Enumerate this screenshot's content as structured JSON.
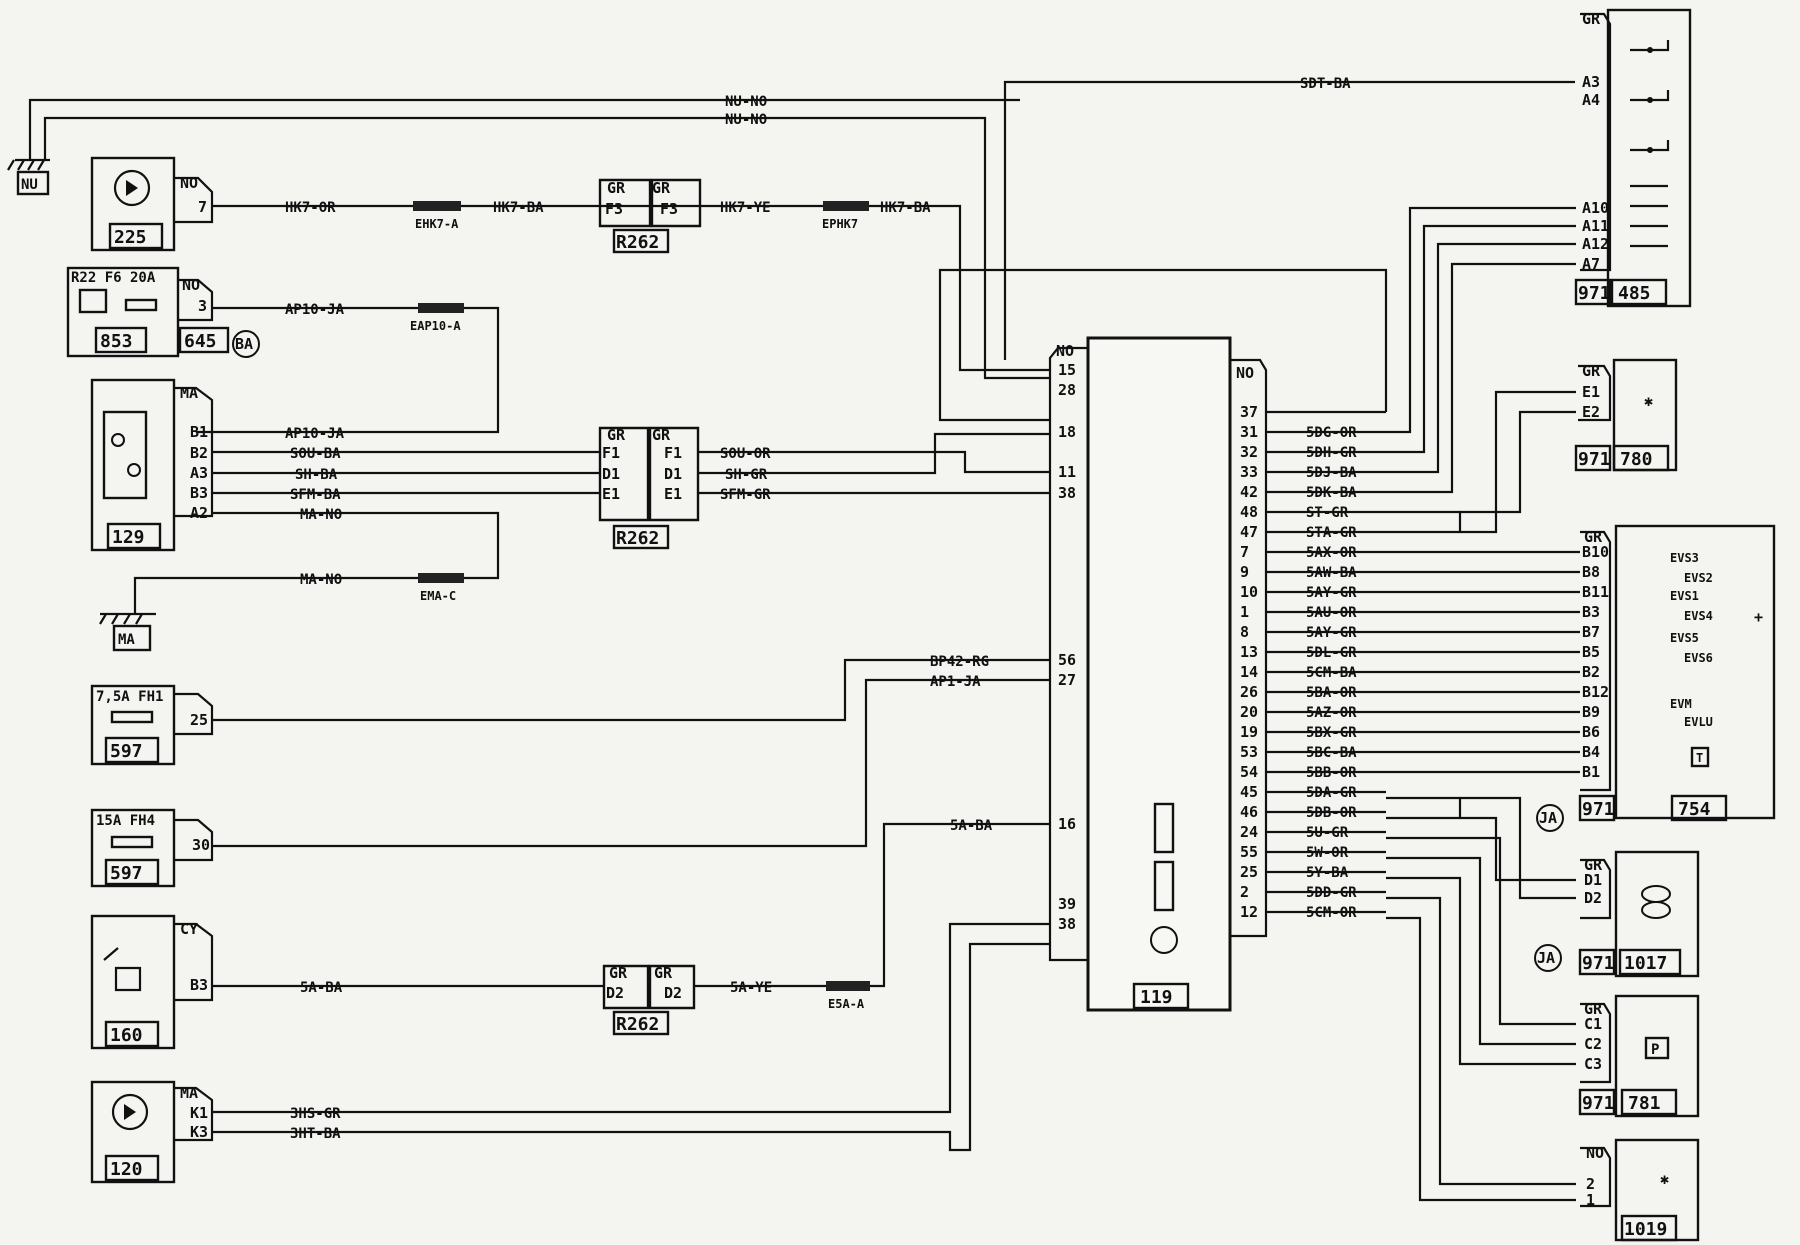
{
  "components": {
    "c225": "225",
    "c853": "853",
    "c645": "645",
    "c129": "129",
    "c597a": "597",
    "c597b": "597",
    "c160": "160",
    "c120": "120",
    "c119": "119",
    "c485": "485",
    "c971a": "971",
    "c780": "780",
    "c971b": "971",
    "c754": "754",
    "c971c": "971",
    "c971d": "971",
    "c1017": "1017",
    "c971e": "971",
    "c781": "781",
    "c1019": "1019",
    "r262a": "R262",
    "r262b": "R262",
    "r262c": "R262"
  },
  "grounds": {
    "nu": "NU",
    "ma": "MA"
  },
  "badges": {
    "ba": "BA",
    "ja1": "JA",
    "ja2": "JA"
  },
  "fuses": {
    "f1_label": "R22  F6 20A",
    "f2_label": "7,5A FH1",
    "f3_label": "15A  FH4"
  },
  "connectors": {
    "no": "NO",
    "ma": "MA",
    "cy": "CY",
    "gr": "GR",
    "ehk7a": "EHK7-A",
    "ephk7": "EPHK7",
    "eap10a": "EAP10-A",
    "ema_c": "EMA-C",
    "e5a_a": "E5A-A"
  },
  "wires": {
    "nu_no": "NU-NO",
    "sdt_ba": "SDT-BA",
    "hk7_or": "HK7-OR",
    "hk7_ba": "HK7-BA",
    "hk7_ye": "HK7-YE",
    "hk7_ba2": "HK7-BA",
    "ap10_ja": "AP10-JA",
    "ap10_ja2": "AP10-JA",
    "sou_ba": "SOU-BA",
    "sh_ba": "SH-BA",
    "sfm_ba": "SFM-BA",
    "ma_no": "MA-NO",
    "ma_no2": "MA-NO",
    "sou_or": "SOU-OR",
    "sh_gr": "SH-GR",
    "sfm_gr": "SFM-GR",
    "bp42_rg": "BP42-RG",
    "ap1_ja": "AP1-JA",
    "5a_ba": "5A-BA",
    "5a_ba2": "5A-BA",
    "5a_ye": "5A-YE",
    "3hs_gr": "3HS-GR",
    "3ht_ba": "3HT-BA"
  },
  "pins": {
    "p225": "7",
    "p645": "3",
    "p597a": "25",
    "p597b": "30",
    "p160": "B3",
    "p129": [
      "B1",
      "B2",
      "A3",
      "B3",
      "A2"
    ],
    "p120": [
      "K1",
      "K3"
    ],
    "r262_top": "F3",
    "r262_mid": [
      "F1",
      "D1",
      "E1"
    ],
    "r262_bot": "D2",
    "ecu_left": [
      "15",
      "28",
      "18",
      "11",
      "38",
      "56",
      "27",
      "16",
      "39",
      "38"
    ],
    "ecu_right": [
      "37",
      "31",
      "32",
      "33",
      "42",
      "48",
      "47",
      "7",
      "9",
      "10",
      "1",
      "8",
      "13",
      "14",
      "26",
      "20",
      "19",
      "53",
      "54",
      "45",
      "46",
      "24",
      "55",
      "25",
      "2",
      "12"
    ],
    "c485": [
      "A3",
      "A4",
      "A10",
      "A11",
      "A12",
      "A7"
    ],
    "c780": [
      "E1",
      "E2"
    ],
    "c754": [
      "B10",
      "B8",
      "B11",
      "B3",
      "B7",
      "B5",
      "B2",
      "B12",
      "B9",
      "B6",
      "B4",
      "B1"
    ],
    "c1017": [
      "D1",
      "D2"
    ],
    "c781": [
      "C1",
      "C2",
      "C3"
    ],
    "c1019": [
      "2",
      "1"
    ]
  },
  "ecu_right_wires": [
    "",
    "5DG-OR",
    "5DH-GR",
    "5DJ-BA",
    "5DK-BA",
    "ST-GR",
    "STA-GR",
    "5AX-OR",
    "5AW-BA",
    "5AY-GR",
    "5AU-OR",
    "5AY-GR",
    "5DL-GR",
    "5CM-BA",
    "5BA-OR",
    "5AZ-OR",
    "5BX-GR",
    "5BC-BA",
    "5BB-OR",
    "5DA-GR",
    "5DB-OR",
    "5U-GR",
    "5W-OR",
    "5Y-BA",
    "5DD-GR",
    "5CM-OR"
  ],
  "valves": [
    "EVS3",
    "EVS2",
    "EVS1",
    "EVS4",
    "EVS5",
    "EVS6",
    "EVM",
    "EVLU"
  ],
  "misc": {
    "plus": "+",
    "p_sensor": "P",
    "t_sensor": "T"
  }
}
